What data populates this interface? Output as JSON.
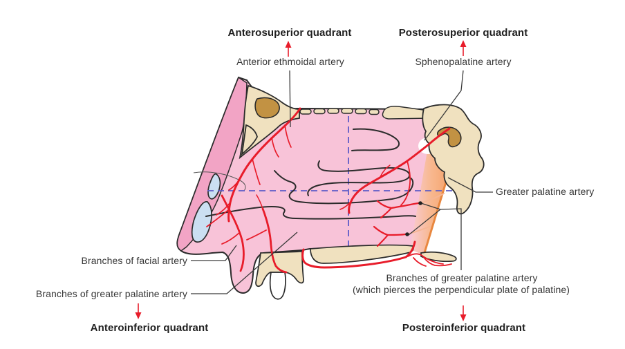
{
  "figure_type": "anatomical diagram - arterial supply of nasal septum (quadrants)",
  "colors": {
    "pink": "#f8c3d8",
    "pink-deep": "#f2a4c5",
    "bone": "#f0e1bf",
    "sinus-brown": "#c29243",
    "cartilage-blue": "#cbdff2",
    "plate-orange": "#f5a066",
    "plate-orange-light": "#f9ccd6",
    "plate-edge": "#e8873f",
    "artery-red": "#e81c2a",
    "artery-pale": "#f6b695",
    "dash-blue": "#5c5cc8",
    "outline": "#2b2b2b",
    "leader": "#3a3a3a",
    "text": "#363636",
    "text-bold": "#1f1f1f"
  },
  "labels": {
    "anterosuperior_quadrant": "Anterosuperior quadrant",
    "posterosuperior_quadrant": "Posterosuperior quadrant",
    "anteroinferior_quadrant": "Anteroinferior quadrant",
    "posteroinferior_quadrant": "Posteroinferior quadrant",
    "anterior_ethmoidal_artery": "Anterior ethmoidal artery",
    "sphenopalatine_artery": "Sphenopalatine artery",
    "greater_palatine_artery": "Greater palatine artery",
    "branches_of_facial_artery": "Branches of facial artery",
    "branches_of_greater_palatine_artery": "Branches of greater palatine artery",
    "gp_pierce_line1": "Branches of greater palatine artery",
    "gp_pierce_line2": "(which pierces the perpendicular plate of palatine)"
  }
}
